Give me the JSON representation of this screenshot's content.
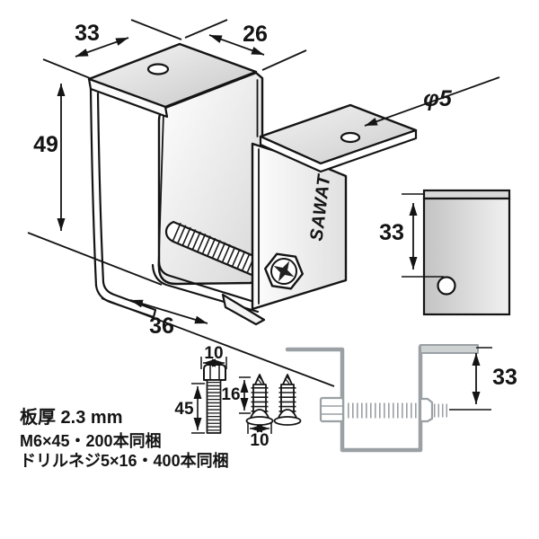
{
  "main_view": {
    "dim_top_width": "33",
    "dim_top_depth": "26",
    "dim_height": "49",
    "dim_bottom_width": "36",
    "hole_label": "φ5",
    "brand": "SAWAT"
  },
  "side_view": {
    "dim_top_to_hole": "33"
  },
  "profile_view": {
    "dim_flange_to_bolt": "33"
  },
  "hardware": {
    "bolt": {
      "head_width": "10",
      "length": "45"
    },
    "screw": {
      "length": "16",
      "head_width": "10"
    }
  },
  "notes": {
    "plate_thickness": "板厚 2.3 mm",
    "bolt_included": "M6×45・200本同梱",
    "screw_included": "ドリルネジ5×16・400本同梱"
  },
  "colors": {
    "line": "#141414",
    "profile_line": "#9aa0a4",
    "face_light": "#f6f6f6",
    "face_dark": "#c8c8c8"
  }
}
